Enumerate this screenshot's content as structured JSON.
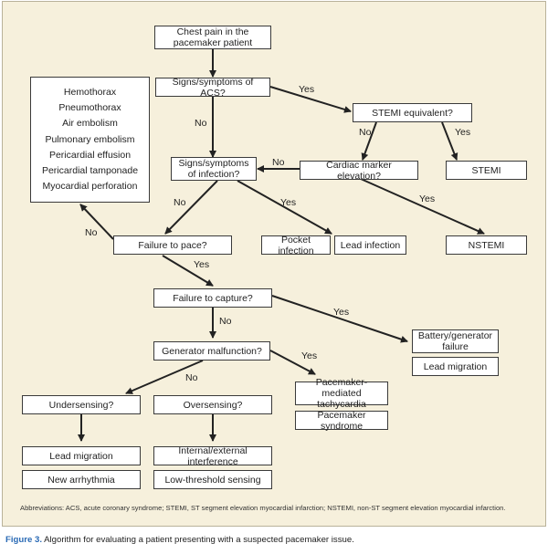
{
  "nodes": {
    "chest_pain": "Chest pain in the\npacemaker patient",
    "acs": "Signs/symptoms of ACS?",
    "stemi_equiv": "STEMI equivalent?",
    "stemi": "STEMI",
    "cardiac_marker": "Cardiac marker elevation?",
    "infection": "Signs/symptoms\nof infection?",
    "nstemi": "NSTEMI",
    "pocket_infection": "Pocket infection",
    "lead_infection": "Lead infection",
    "failure_pace": "Failure to pace?",
    "failure_capture": "Failure to capture?",
    "battery_failure": "Battery/generator\nfailure",
    "lead_migration_right": "Lead migration",
    "generator_malfunction": "Generator malfunction?",
    "pm_tachycardia": "Pacemaker-mediated\ntachycardia",
    "pm_syndrome": "Pacemaker syndrome",
    "undersensing": "Undersensing?",
    "oversensing": "Oversensing?",
    "lead_migration_left": "Lead migration",
    "new_arrhythmia": "New arrhythmia",
    "interference": "Internal/external interference",
    "low_threshold": "Low-threshold sensing"
  },
  "complications": [
    "Hemothorax",
    "Pneumothorax",
    "Air embolism",
    "Pulmonary embolism",
    "Pericardial effusion",
    "Pericardial tamponade",
    "Myocardial perforation"
  ],
  "edge_labels": {
    "acs_yes": "Yes",
    "acs_no": "No",
    "stemi_no": "No",
    "stemi_yes": "Yes",
    "marker_no": "No",
    "marker_yes": "Yes",
    "infection_no": "No",
    "infection_yes": "Yes",
    "pace_no": "No",
    "pace_yes": "Yes",
    "capture_yes": "Yes",
    "capture_no": "No",
    "generator_yes": "Yes",
    "generator_no": "No"
  },
  "abbreviations": "Abbreviations: ACS, acute coronary syndrome; STEMI, ST segment elevation myocardial infarction; NSTEMI, non-ST segment elevation myocardial infarction.",
  "caption": {
    "figure_label": "Figure 3.",
    "text": " Algorithm for evaluating a patient presenting with a suspected pacemaker issue."
  },
  "colors": {
    "panel": "#f6f0dc",
    "line": "#222222",
    "figure_label": "#2a6ab5"
  }
}
